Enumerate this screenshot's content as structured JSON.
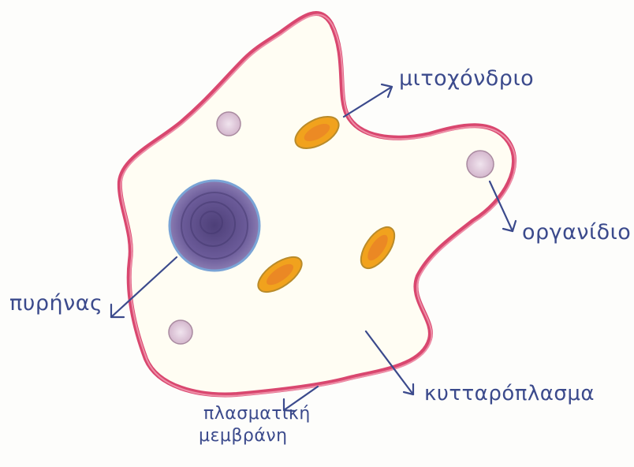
{
  "colors": {
    "membrane": "#d9476f",
    "membrane_inner": "#f2a0b5",
    "nucleus": "#5a4a86",
    "nucleus_edge": "#7aa4d6",
    "mitochondrion_fill": "#f1a21d",
    "mitochondrion_core": "#e8762a",
    "mitochondrion_edge": "#b98b2a",
    "organelle": "#d7bcd0",
    "organelle_edge": "#a98aa0",
    "ink": "#3b4a8c"
  },
  "labels": {
    "mitochondrion": "μιτοχόνδριο",
    "organelle": "οργανίδιο",
    "nucleus": "πυρήνας",
    "cytoplasm": "κυτταρόπλασμα",
    "membrane_line1": "πλασματική",
    "membrane_line2": "μεμβράνη"
  }
}
